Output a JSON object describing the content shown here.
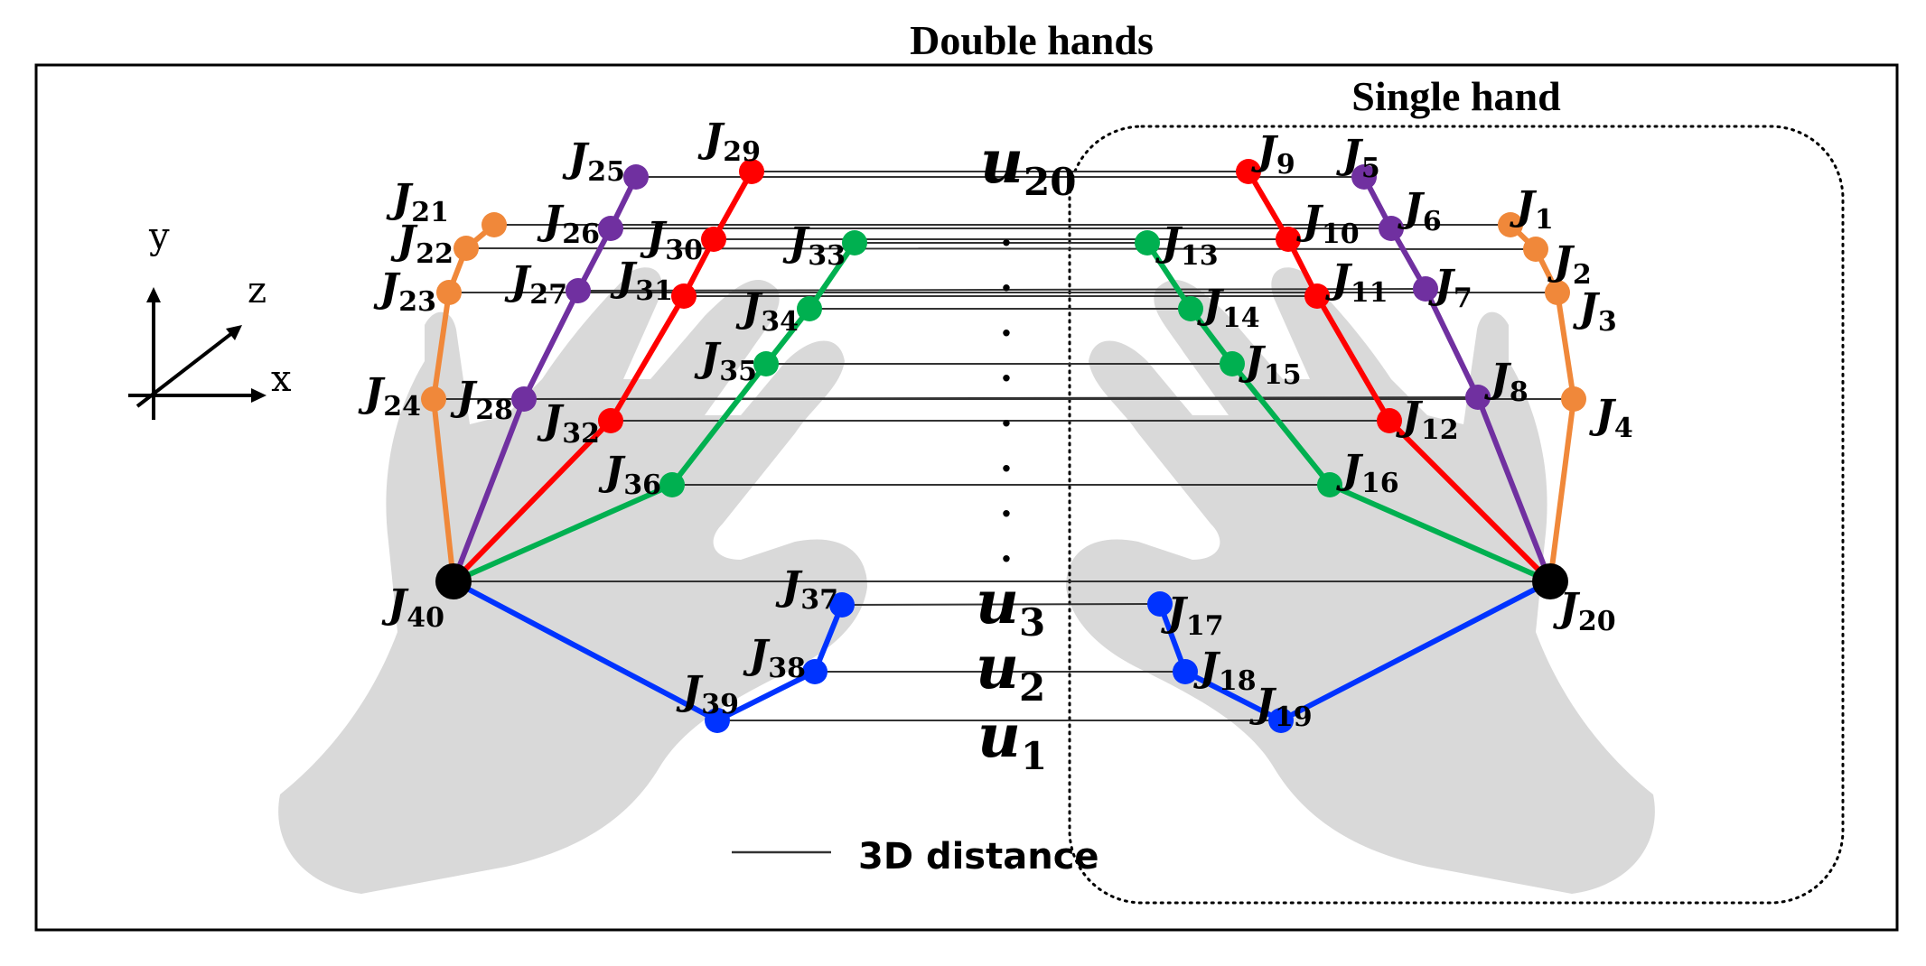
{
  "titles": {
    "double": "Double hands",
    "single": "Single hand"
  },
  "axes": {
    "y": "y",
    "z": "z",
    "x": "x"
  },
  "legend": {
    "label": "3D distance"
  },
  "dots": ".",
  "distances": [
    {
      "id": "u20",
      "sym": "u",
      "sub": "20"
    },
    {
      "id": "u3",
      "sym": "u",
      "sub": "3"
    },
    {
      "id": "u2",
      "sym": "u",
      "sub": "2"
    },
    {
      "id": "u1",
      "sym": "u",
      "sub": "1"
    }
  ],
  "joints": [
    {
      "id": "J1",
      "sym": "J",
      "sub": "1"
    },
    {
      "id": "J2",
      "sym": "J",
      "sub": "2"
    },
    {
      "id": "J3",
      "sym": "J",
      "sub": "3"
    },
    {
      "id": "J4",
      "sym": "J",
      "sub": "4"
    },
    {
      "id": "J5",
      "sym": "J",
      "sub": "5"
    },
    {
      "id": "J6",
      "sym": "J",
      "sub": "6"
    },
    {
      "id": "J7",
      "sym": "J",
      "sub": "7"
    },
    {
      "id": "J8",
      "sym": "J",
      "sub": "8"
    },
    {
      "id": "J9",
      "sym": "J",
      "sub": "9"
    },
    {
      "id": "J10",
      "sym": "J",
      "sub": "10"
    },
    {
      "id": "J11",
      "sym": "J",
      "sub": "11"
    },
    {
      "id": "J12",
      "sym": "J",
      "sub": "12"
    },
    {
      "id": "J13",
      "sym": "J",
      "sub": "13"
    },
    {
      "id": "J14",
      "sym": "J",
      "sub": "14"
    },
    {
      "id": "J15",
      "sym": "J",
      "sub": "15"
    },
    {
      "id": "J16",
      "sym": "J",
      "sub": "16"
    },
    {
      "id": "J17",
      "sym": "J",
      "sub": "17"
    },
    {
      "id": "J18",
      "sym": "J",
      "sub": "18"
    },
    {
      "id": "J19",
      "sym": "J",
      "sub": "19"
    },
    {
      "id": "J20",
      "sym": "J",
      "sub": "20"
    },
    {
      "id": "J21",
      "sym": "J",
      "sub": "21"
    },
    {
      "id": "J22",
      "sym": "J",
      "sub": "22"
    },
    {
      "id": "J23",
      "sym": "J",
      "sub": "23"
    },
    {
      "id": "J24",
      "sym": "J",
      "sub": "24"
    },
    {
      "id": "J25",
      "sym": "J",
      "sub": "25"
    },
    {
      "id": "J26",
      "sym": "J",
      "sub": "26"
    },
    {
      "id": "J27",
      "sym": "J",
      "sub": "27"
    },
    {
      "id": "J28",
      "sym": "J",
      "sub": "28"
    },
    {
      "id": "J29",
      "sym": "J",
      "sub": "29"
    },
    {
      "id": "J30",
      "sym": "J",
      "sub": "30"
    },
    {
      "id": "J31",
      "sym": "J",
      "sub": "31"
    },
    {
      "id": "J32",
      "sym": "J",
      "sub": "32"
    },
    {
      "id": "J33",
      "sym": "J",
      "sub": "33"
    },
    {
      "id": "J34",
      "sym": "J",
      "sub": "34"
    },
    {
      "id": "J35",
      "sym": "J",
      "sub": "35"
    },
    {
      "id": "J36",
      "sym": "J",
      "sub": "36"
    },
    {
      "id": "J37",
      "sym": "J",
      "sub": "37"
    },
    {
      "id": "J38",
      "sym": "J",
      "sub": "38"
    },
    {
      "id": "J39",
      "sym": "J",
      "sub": "39"
    },
    {
      "id": "J40",
      "sym": "J",
      "sub": "40"
    }
  ],
  "colors": {
    "little": "#f0883a",
    "ring": "#7030a0",
    "middle": "#ff0000",
    "index": "#00b050",
    "thumb": "#0033ff",
    "wrist": "#000000",
    "hand_silhouette": "#d9d9d9",
    "distance_line": "#333333"
  }
}
